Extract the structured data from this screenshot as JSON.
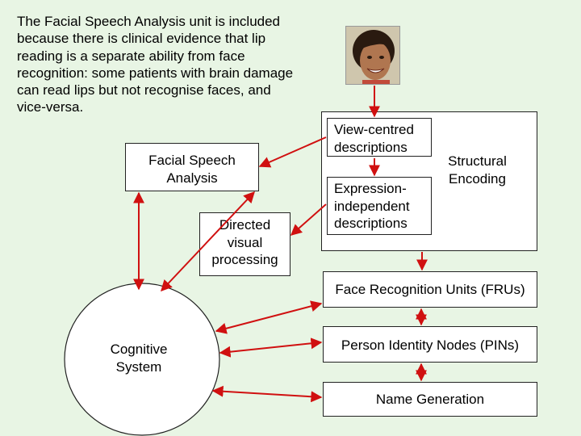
{
  "intro_text": "The Facial Speech Analysis unit is included because there is clinical evidence that lip reading is a separate ability from face recognition: some patients with brain damage can read lips but not recognise faces, and vice-versa.",
  "nodes": {
    "facial_speech": "Facial Speech Analysis",
    "directed_visual": "Directed visual processing",
    "view_centred": "View-centred descriptions",
    "expression_independent": "Expression-independent descriptions",
    "structural_encoding": "Structural Encoding",
    "fru": "Face Recognition Units (FRUs)",
    "pin": "Person Identity Nodes (PINs)",
    "name_generation": "Name Generation",
    "cognitive_system": "Cognitive System"
  },
  "colors": {
    "background": "#e8f5e4",
    "arrow": "#d01010",
    "box_fill": "#ffffff"
  }
}
